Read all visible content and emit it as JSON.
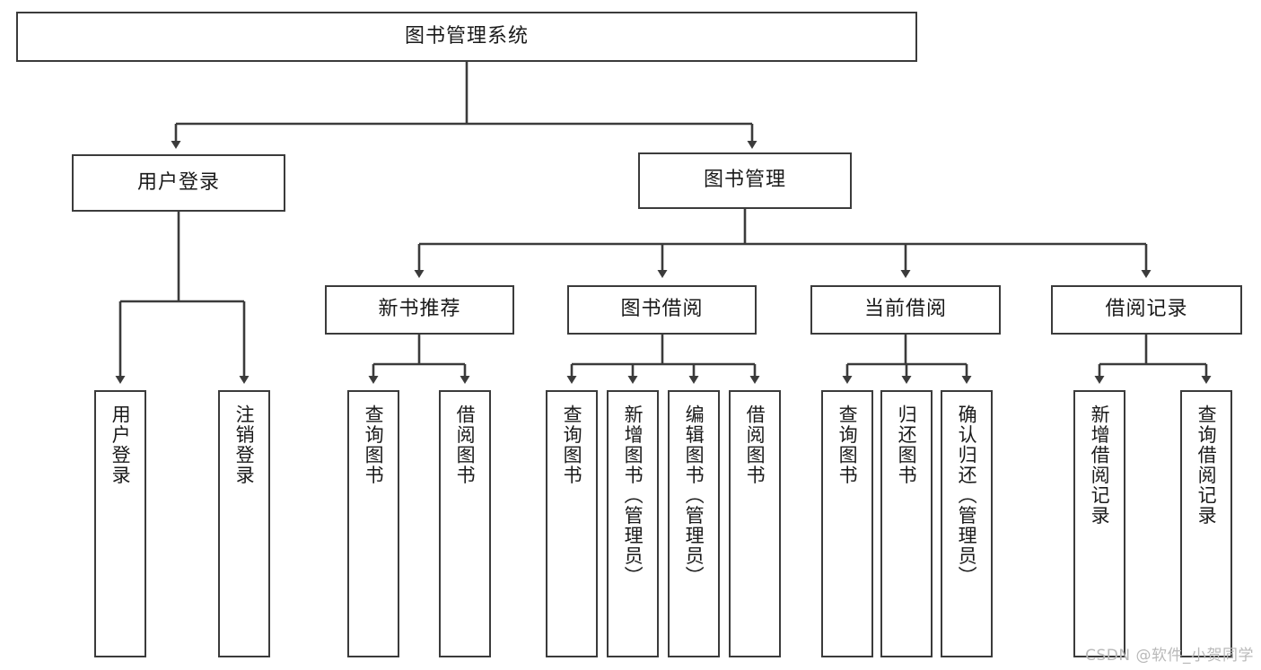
{
  "diagram": {
    "title": "图书管理系统",
    "watermark": "CSDN @软件_小贺同学",
    "line_color": "#3b3b3b",
    "box_fill": "#ffffff",
    "text_color": "#1a1a1a",
    "watermark_color": "#b9b9b9"
  },
  "nodes": {
    "root": {
      "label": "图书管理系统"
    },
    "level1": [
      {
        "label": "用户登录"
      },
      {
        "label": "图书管理"
      }
    ],
    "level2": [
      {
        "label": "新书推荐"
      },
      {
        "label": "图书借阅"
      },
      {
        "label": "当前借阅"
      },
      {
        "label": "借阅记录"
      }
    ],
    "leaves": {
      "user_login": [
        {
          "label": "用户登录"
        },
        {
          "label": "注销登录"
        }
      ],
      "new_book_recommend": [
        {
          "label": "查询图书"
        },
        {
          "label": "借阅图书"
        }
      ],
      "book_borrow": [
        {
          "label": "查询图书"
        },
        {
          "label": "新增图书（管理员）"
        },
        {
          "label": "编辑图书（管理员）"
        },
        {
          "label": "借阅图书"
        }
      ],
      "current_borrow": [
        {
          "label": "查询图书"
        },
        {
          "label": "归还图书"
        },
        {
          "label": "确认归还（管理员）"
        }
      ],
      "borrow_record": [
        {
          "label": "新增借阅记录"
        },
        {
          "label": "查询借阅记录"
        }
      ]
    }
  }
}
